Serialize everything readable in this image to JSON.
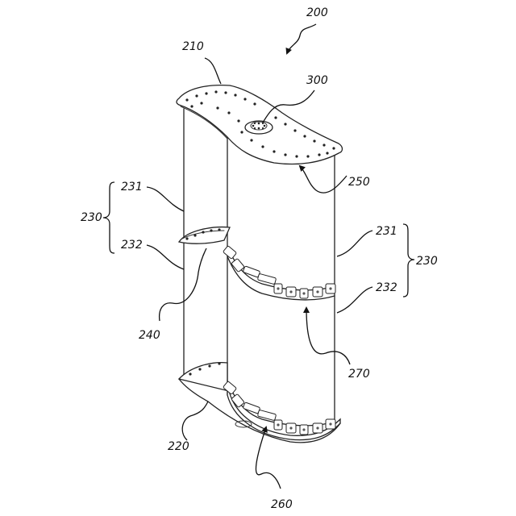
{
  "figure": {
    "refs": {
      "r200": "200",
      "r210": "210",
      "r300": "300",
      "r250": "250",
      "r231_left": "231",
      "r230_left": "230",
      "r232_left": "232",
      "r240": "240",
      "r231_right": "231",
      "r230_right": "230",
      "r232_right": "232",
      "r270": "270",
      "r220": "220",
      "r260": "260"
    }
  }
}
